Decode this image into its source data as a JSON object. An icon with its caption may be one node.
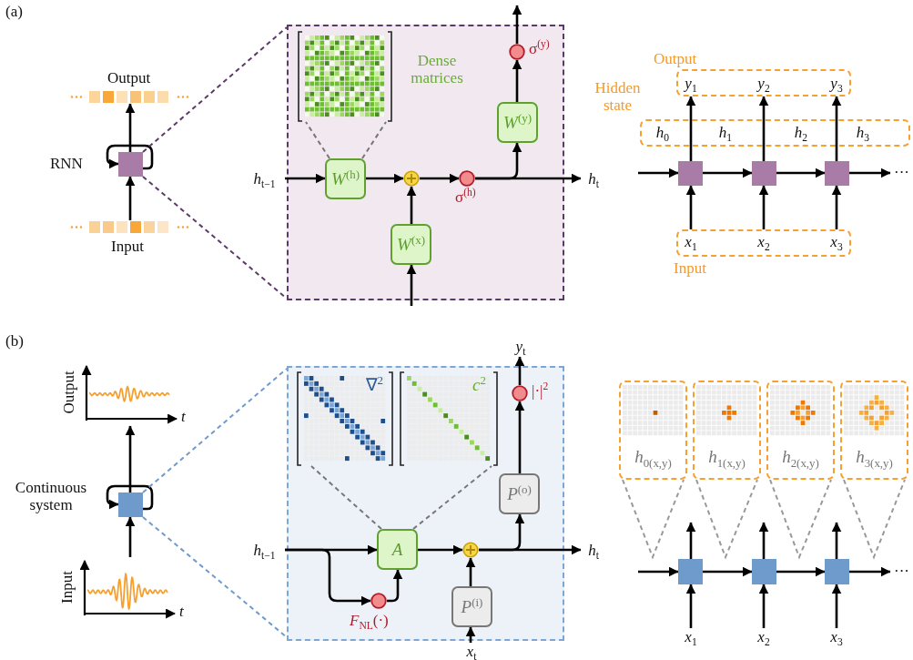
{
  "diagram": {
    "nodes": [
      {
        "text": [],
        "shape": "box",
        "beside": [
          "RNN"
        ]
      },
      {
        "text": [],
        "shape": "bar",
        "beside": [
          "Output"
        ]
      },
      {
        "text": [],
        "shape": "bar",
        "beside": [
          "Input"
        ]
      },
      {
        "text": [],
        "shape": "box"
      },
      {
        "text": [],
        "shape": "picture",
        "in": 3,
        "beside": [
          "Dense matrices"
        ]
      },
      {
        "text": [
          "*W*$^{(h)}$"
        ],
        "in": 3
      },
      {
        "text": [],
        "shape": "circle",
        "in": 3
      },
      {
        "text": [],
        "shape": "circle",
        "in": 3,
        "beside": [
          "σ$^{(h)}$"
        ]
      },
      {
        "text": [
          "*W*$^{(x)}$"
        ],
        "in": 3
      },
      {
        "text": [
          "*W*$^{(y)}$"
        ],
        "in": 3
      },
      {
        "text": [],
        "shape": "circle",
        "in": 3,
        "beside": [
          "σ$^{(y)}$"
        ]
      },
      {
        "text": [
          "*h*$_{t−1}$"
        ]
      },
      {
        "text": [
          "*h*$_{t}$"
        ]
      },
      {
        "text": [],
        "shape": "box",
        "beside": [
          "Output"
        ]
      },
      {
        "text": [
          "*y*$_{1}$"
        ],
        "in": 13
      },
      {
        "text": [
          "*y*$_{2}$"
        ],
        "in": 13
      },
      {
        "text": [
          "*y*$_{3}$"
        ],
        "in": 13
      },
      {
        "text": [],
        "shape": "box",
        "beside": [
          "Hidden state"
        ]
      },
      {
        "text": [
          "*h*$_{0}$"
        ],
        "in": 17
      },
      {
        "text": [
          "*h*$_{1}$"
        ],
        "in": 17
      },
      {
        "text": [
          "*h*$_{2}$"
        ],
        "in": 17
      },
      {
        "text": [
          "*h*$_{3}$"
        ],
        "in": 17
      },
      {
        "text": [],
        "shape": "box"
      },
      {
        "text": [],
        "shape": "box"
      },
      {
        "text": [],
        "shape": "box"
      },
      {
        "text": [],
        "shape": "box",
        "beside": [
          "Input"
        ]
      },
      {
        "text": [
          "*x*$_{1}$"
        ],
        "in": 25
      },
      {
        "text": [
          "*x*$_{2}$"
        ],
        "in": 25
      },
      {
        "text": [
          "*x*$_{3}$"
        ],
        "in": 25
      },
      {
        "text": [
          "···"
        ]
      },
      {
        "text": [
          "Output",
          "t"
        ]
      },
      {
        "text": [],
        "shape": "box",
        "beside": [
          "Continuous system"
        ]
      },
      {
        "text": [
          "Input",
          "t"
        ]
      },
      {
        "text": [],
        "shape": "box"
      },
      {
        "text": [
          "∇$^{2}$"
        ],
        "in": 33
      },
      {
        "text": [
          "*c*$^{2}$"
        ],
        "in": 33
      },
      {
        "text": [
          "A"
        ],
        "in": 33
      },
      {
        "text": [],
        "shape": "circle",
        "in": 33,
        "beside": [
          "*F*$_{NL}$(·)"
        ]
      },
      {
        "text": [],
        "shape": "circle",
        "in": 33
      },
      {
        "text": [
          "*P*$^{(i)}$"
        ],
        "in": 33
      },
      {
        "text": [
          "*P*$^{(o)}$"
        ],
        "in": 33
      },
      {
        "text": [],
        "shape": "circle",
        "in": 33,
        "beside": [
          "|·|$^{2}$"
        ]
      },
      {
        "text": [
          "*h*$_{t−1}$"
        ]
      },
      {
        "text": [
          "*h*$_{t}$"
        ]
      },
      {
        "text": [
          "*y*$_{t}$"
        ]
      },
      {
        "text": [
          "*x*$_{t}$"
        ]
      },
      {
        "text": [
          "*h*$_{0(x,y)}$"
        ]
      },
      {
        "text": [
          "*h*$_{1(x,y)}$"
        ]
      },
      {
        "text": [
          "*h*$_{2(x,y)}$"
        ]
      },
      {
        "text": [
          "*h*$_{3(x,y)}$"
        ]
      },
      {
        "text": [],
        "shape": "box"
      },
      {
        "text": [],
        "shape": "box"
      },
      {
        "text": [],
        "shape": "box"
      },
      {
        "text": [
          "···"
        ]
      },
      {
        "text": [
          "*x*$_{1}$"
        ]
      },
      {
        "text": [
          "*x*$_{2}$"
        ]
      },
      {
        "text": [
          "*x*$_{3}$"
        ]
      }
    ],
    "edges": [
      {
        "from": 2,
        "to": 0,
        "arrow": "to"
      },
      {
        "from": 0,
        "to": 1,
        "arrow": "to"
      },
      {
        "from": 0,
        "to": 0,
        "arrow": "to"
      },
      {
        "from": 0,
        "to": 3,
        "arrow": "none",
        "style": "dashed",
        "color": "#5b3a6a"
      },
      {
        "from": 0,
        "to": 3,
        "arrow": "none",
        "style": "dashed",
        "color": "#5b3a6a"
      },
      {
        "from": 5,
        "to": 4,
        "arrow": "none",
        "style": "dashed",
        "color": "#777777"
      },
      {
        "from": 5,
        "to": 4,
        "arrow": "none",
        "style": "dashed",
        "color": "#777777"
      },
      {
        "from": 11,
        "to": 5,
        "arrow": "to"
      },
      {
        "from": 5,
        "to": 6,
        "arrow": "to"
      },
      {
        "from": 8,
        "to": 6,
        "arrow": "to"
      },
      {
        "from": null,
        "to": 8,
        "arrow": "to"
      },
      {
        "from": 6,
        "to": 7,
        "arrow": "to"
      },
      {
        "from": 7,
        "to": 12,
        "arrow": "to"
      },
      {
        "from": 7,
        "to": 9,
        "arrow": "to"
      },
      {
        "from": 9,
        "to": 10,
        "arrow": "to"
      },
      {
        "from": 10,
        "to": null,
        "arrow": "to"
      },
      {
        "from": null,
        "to": 22,
        "arrow": "to"
      },
      {
        "from": 22,
        "to": 23,
        "arrow": "to"
      },
      {
        "from": 23,
        "to": 24,
        "arrow": "to"
      },
      {
        "from": 24,
        "to": 29,
        "arrow": "to"
      },
      {
        "from": 26,
        "to": 22,
        "arrow": "to"
      },
      {
        "from": 27,
        "to": 23,
        "arrow": "to"
      },
      {
        "from": 28,
        "to": 24,
        "arrow": "to"
      },
      {
        "from": 22,
        "to": 14,
        "arrow": "to"
      },
      {
        "from": 23,
        "to": 15,
        "arrow": "to"
      },
      {
        "from": 24,
        "to": 16,
        "arrow": "to"
      },
      {
        "from": 32,
        "to": 31,
        "arrow": "to"
      },
      {
        "from": 31,
        "to": 30,
        "arrow": "to"
      },
      {
        "from": 31,
        "to": 31,
        "arrow": "to"
      },
      {
        "from": 31,
        "to": 33,
        "arrow": "none",
        "style": "dashed",
        "color": "#6f9bcc"
      },
      {
        "from": 31,
        "to": 33,
        "arrow": "none",
        "style": "dashed",
        "color": "#6f9bcc"
      },
      {
        "from": 36,
        "to": 34,
        "arrow": "none",
        "style": "dashed",
        "color": "#777777"
      },
      {
        "from": 36,
        "to": 35,
        "arrow": "none",
        "style": "dashed",
        "color": "#777777"
      },
      {
        "from": 42,
        "to": 36,
        "arrow": "to"
      },
      {
        "from": 42,
        "to": 37,
        "arrow": "to"
      },
      {
        "from": 37,
        "to": 36,
        "arrow": "to"
      },
      {
        "from": 36,
        "to": 38,
        "arrow": "to"
      },
      {
        "from": 45,
        "to": 39,
        "arrow": "to"
      },
      {
        "from": 39,
        "to": 38,
        "arrow": "to"
      },
      {
        "from": 38,
        "to": 43,
        "arrow": "to"
      },
      {
        "from": 38,
        "to": 40,
        "arrow": "to"
      },
      {
        "from": 40,
        "to": 41,
        "arrow": "to"
      },
      {
        "from": 41,
        "to": 44,
        "arrow": "to"
      },
      {
        "from": 46,
        "to": null,
        "arrow": "none",
        "style": "dashed",
        "color": "#999999"
      },
      {
        "from": 47,
        "to": null,
        "arrow": "none",
        "style": "dashed",
        "color": "#999999"
      },
      {
        "from": 48,
        "to": null,
        "arrow": "none",
        "style": "dashed",
        "color": "#999999"
      },
      {
        "from": 49,
        "to": null,
        "arrow": "none",
        "style": "dashed",
        "color": "#999999"
      },
      {
        "from": null,
        "to": 50,
        "arrow": "to"
      },
      {
        "from": 50,
        "to": 51,
        "arrow": "to"
      },
      {
        "from": 51,
        "to": 52,
        "arrow": "to"
      },
      {
        "from": 52,
        "to": 53,
        "arrow": "to"
      },
      {
        "from": 54,
        "to": 50,
        "arrow": "to"
      },
      {
        "from": 55,
        "to": 51,
        "arrow": "to"
      },
      {
        "from": 56,
        "to": 52,
        "arrow": "to"
      },
      {
        "from": 50,
        "to": null,
        "arrow": "to"
      },
      {
        "from": 51,
        "to": null,
        "arrow": "to"
      },
      {
        "from": 52,
        "to": null,
        "arrow": "to"
      }
    ],
    "labels": [
      "(a)",
      "(b)"
    ]
  }
}
